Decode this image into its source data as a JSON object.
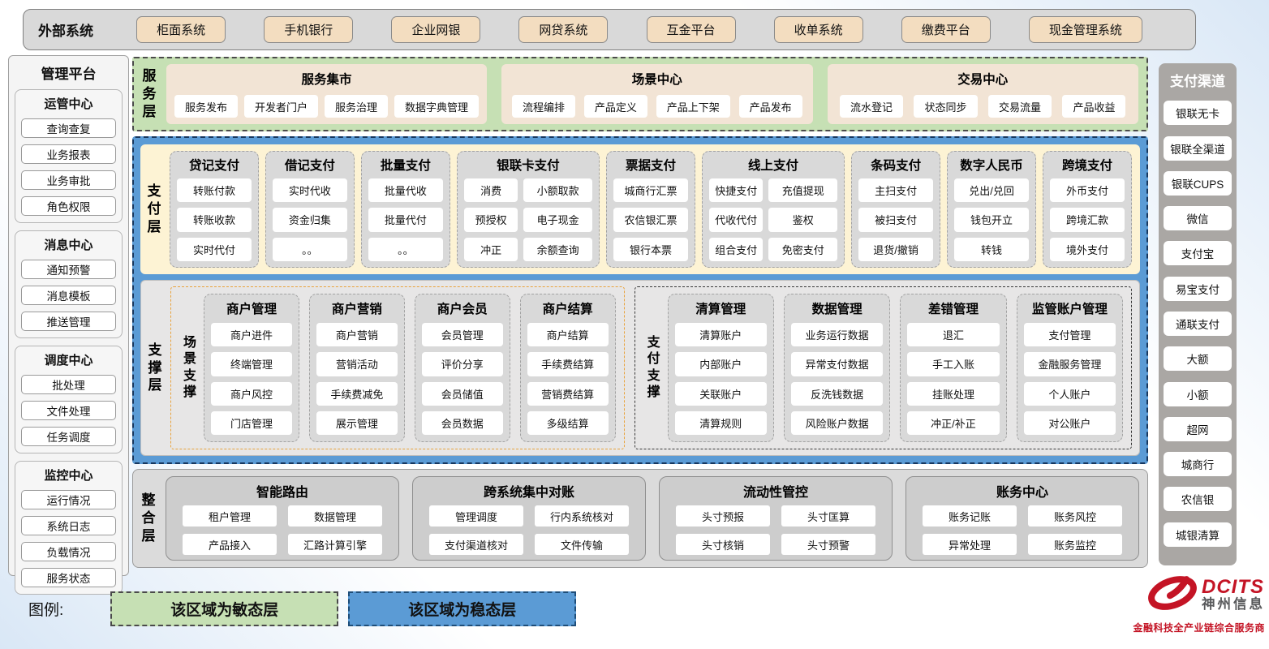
{
  "external": {
    "label": "外部系统",
    "items": [
      "柜面系统",
      "手机银行",
      "企业网银",
      "网贷系统",
      "互金平台",
      "收单系统",
      "缴费平台",
      "现金管理系统"
    ]
  },
  "management": {
    "title": "管理平台",
    "groups": [
      {
        "title": "运管中心",
        "items": [
          "查询查复",
          "业务报表",
          "业务审批",
          "角色权限"
        ]
      },
      {
        "title": "消息中心",
        "items": [
          "通知预警",
          "消息模板",
          "推送管理"
        ]
      },
      {
        "title": "调度中心",
        "items": [
          "批处理",
          "文件处理",
          "任务调度"
        ]
      },
      {
        "title": "监控中心",
        "items": [
          "运行情况",
          "系统日志",
          "负载情况",
          "服务状态"
        ]
      }
    ]
  },
  "service_layer": {
    "label": "服务层",
    "panels": [
      {
        "title": "服务集市",
        "items": [
          "服务发布",
          "开发者门户",
          "服务治理",
          "数据字典管理"
        ]
      },
      {
        "title": "场景中心",
        "items": [
          "流程编排",
          "产品定义",
          "产品上下架",
          "产品发布"
        ]
      },
      {
        "title": "交易中心",
        "items": [
          "流水登记",
          "状态同步",
          "交易流量",
          "产品收益"
        ]
      }
    ]
  },
  "payment_layer": {
    "label": "支付层",
    "columns": [
      {
        "title": "贷记支付",
        "cols": 1,
        "items": [
          "转账付款",
          "转账收款",
          "实时代付"
        ]
      },
      {
        "title": "借记支付",
        "cols": 1,
        "items": [
          "实时代收",
          "资金归集",
          "。。"
        ]
      },
      {
        "title": "批量支付",
        "cols": 1,
        "items": [
          "批量代收",
          "批量代付",
          "。。"
        ]
      },
      {
        "title": "银联卡支付",
        "cols": 2,
        "items": [
          "消费",
          "小额取款",
          "预授权",
          "电子现金",
          "冲正",
          "余额查询"
        ]
      },
      {
        "title": "票据支付",
        "cols": 1,
        "items": [
          "城商行汇票",
          "农信银汇票",
          "银行本票"
        ]
      },
      {
        "title": "线上支付",
        "cols": 2,
        "items": [
          "快捷支付",
          "充值提现",
          "代收代付",
          "鉴权",
          "组合支付",
          "免密支付"
        ]
      },
      {
        "title": "条码支付",
        "cols": 1,
        "items": [
          "主扫支付",
          "被扫支付",
          "退货/撤销"
        ]
      },
      {
        "title": "数字人民币",
        "cols": 1,
        "items": [
          "兑出/兑回",
          "钱包开立",
          "转钱"
        ]
      },
      {
        "title": "跨境支付",
        "cols": 1,
        "items": [
          "外币支付",
          "跨境汇款",
          "境外支付"
        ]
      }
    ]
  },
  "support_layer": {
    "label": "支撑层",
    "sections": [
      {
        "label": "场景支撑",
        "accent": "orange",
        "groups": [
          {
            "title": "商户管理",
            "items": [
              "商户进件",
              "终端管理",
              "商户风控",
              "门店管理"
            ]
          },
          {
            "title": "商户营销",
            "items": [
              "商户营销",
              "营销活动",
              "手续费减免",
              "展示管理"
            ]
          },
          {
            "title": "商户会员",
            "items": [
              "会员管理",
              "评价分享",
              "会员储值",
              "会员数据"
            ]
          },
          {
            "title": "商户结算",
            "items": [
              "商户结算",
              "手续费结算",
              "营销费结算",
              "多级结算"
            ]
          }
        ]
      },
      {
        "label": "支付支撑",
        "accent": "dark",
        "groups": [
          {
            "title": "清算管理",
            "items": [
              "清算账户",
              "内部账户",
              "关联账户",
              "清算规则"
            ]
          },
          {
            "title": "数据管理",
            "items": [
              "业务运行数据",
              "异常支付数据",
              "反洗钱数据",
              "风险账户数据"
            ]
          },
          {
            "title": "差错管理",
            "items": [
              "退汇",
              "手工入账",
              "挂账处理",
              "冲正/补正"
            ]
          },
          {
            "title": "监管账户管理",
            "items": [
              "支付管理",
              "金融服务管理",
              "个人账户",
              "对公账户"
            ]
          }
        ]
      }
    ]
  },
  "integration_layer": {
    "label": "整合层",
    "panels": [
      {
        "title": "智能路由",
        "items": [
          "租户管理",
          "数据管理",
          "产品接入",
          "汇路计算引擎"
        ]
      },
      {
        "title": "跨系统集中对账",
        "items": [
          "管理调度",
          "行内系统核对",
          "支付渠道核对",
          "文件传输"
        ]
      },
      {
        "title": "流动性管控",
        "items": [
          "头寸预报",
          "头寸匡算",
          "头寸核销",
          "头寸预警"
        ]
      },
      {
        "title": "账务中心",
        "items": [
          "账务记账",
          "账务风控",
          "异常处理",
          "账务监控"
        ]
      }
    ]
  },
  "channels": {
    "title": "支付渠道",
    "items": [
      "银联无卡",
      "银联全渠道",
      "银联CUPS",
      "微信",
      "支付宝",
      "易宝支付",
      "通联支付",
      "大额",
      "小额",
      "超网",
      "城商行",
      "农信银",
      "城银清算"
    ]
  },
  "legend": {
    "label": "图例:",
    "agile": "该区域为敏态层",
    "stable": "该区域为稳态层"
  },
  "logo": {
    "brand": "DCITS",
    "name": "神州信息",
    "tagline": "金融科技全产业链综合服务商"
  },
  "colors": {
    "agile_green": "#c6e0b4",
    "stable_blue": "#5b9bd5",
    "panel_gray": "#d9d9d9",
    "external_tan": "#f3ddc0",
    "payment_cream": "#fdf3d4",
    "orange_accent": "#e8a33d",
    "brand_red": "#c41425"
  }
}
